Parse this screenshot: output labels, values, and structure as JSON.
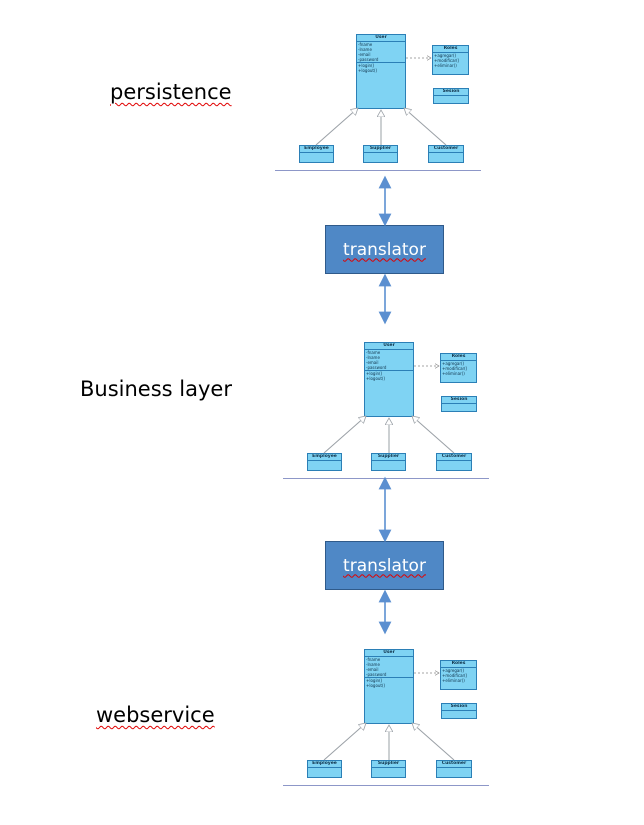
{
  "layers": [
    {
      "label": "persistence",
      "diagram": {
        "user": {
          "title": "User",
          "attributes": [
            "-fname",
            "-lname",
            "-email",
            "-password"
          ],
          "methods": [
            "+login()",
            "+logout()"
          ]
        },
        "roles": {
          "title": "Roles",
          "methods": [
            "+agregar()",
            "+modificar()",
            "+eliminar()"
          ]
        },
        "sesion": {
          "title": "Sesion"
        },
        "subclasses": [
          "Employee",
          "Supplier",
          "Customer"
        ]
      }
    },
    {
      "label": "Business layer",
      "diagram": {
        "user": {
          "title": "User",
          "attributes": [
            "-fname",
            "-lname",
            "-email",
            "-password"
          ],
          "methods": [
            "+login()",
            "+logout()"
          ]
        },
        "roles": {
          "title": "Roles",
          "methods": [
            "+agregar()",
            "+modificar()",
            "+eliminar()"
          ]
        },
        "sesion": {
          "title": "Sesion"
        },
        "subclasses": [
          "Employee",
          "Supplier",
          "Customer"
        ]
      }
    },
    {
      "label": "webservice",
      "diagram": {
        "user": {
          "title": "User",
          "attributes": [
            "-fname",
            "-lname",
            "-email",
            "-password"
          ],
          "methods": [
            "+login()",
            "+logout()"
          ]
        },
        "roles": {
          "title": "Roles",
          "methods": [
            "+agregar()",
            "+modificar()",
            "+eliminar()"
          ]
        },
        "sesion": {
          "title": "Sesion"
        },
        "subclasses": [
          "Employee",
          "Supplier",
          "Customer"
        ]
      }
    }
  ],
  "translators": [
    {
      "label": "translator"
    },
    {
      "label": "translator"
    }
  ],
  "colors": {
    "class_fill": "#7fd3f3",
    "class_border": "#2b7fb6",
    "translator_fill": "#4f88c6",
    "arrow": "#5b8fd0"
  }
}
